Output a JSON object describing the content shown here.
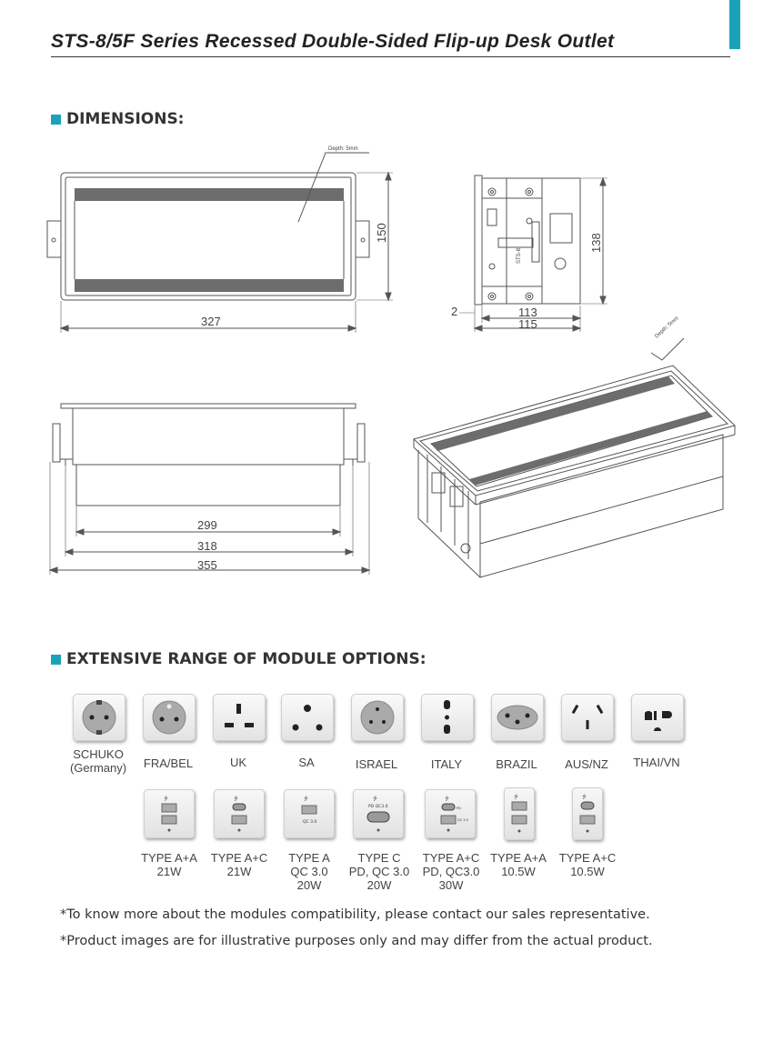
{
  "header": {
    "title": "STS-8/5F Series Recessed Double-Sided Flip-up Desk Outlet",
    "accent_color": "#1aa3b8"
  },
  "dimensions": {
    "heading": "DIMENSIONS:",
    "top_view": {
      "depth_note": "Depth: 5mm",
      "height": "150",
      "width": "327"
    },
    "side_view": {
      "height": "138",
      "offset": "2",
      "inner_width": "113",
      "outer_width": "115",
      "label": "STS-8"
    },
    "front_view": {
      "inner": "299",
      "middle": "318",
      "outer": "355"
    },
    "iso_view": {
      "depth_note": "Depth: 5mm"
    }
  },
  "modules": {
    "heading": "EXTENSIVE RANGE OF MODULE OPTIONS:",
    "sockets": [
      {
        "name": "SCHUKO",
        "sub": "(Germany)",
        "icon": "schuko-socket-icon"
      },
      {
        "name": "FRA/BEL",
        "sub": "",
        "icon": "fra-bel-socket-icon"
      },
      {
        "name": "UK",
        "sub": "",
        "icon": "uk-socket-icon"
      },
      {
        "name": "SA",
        "sub": "",
        "icon": "sa-socket-icon"
      },
      {
        "name": "ISRAEL",
        "sub": "",
        "icon": "israel-socket-icon"
      },
      {
        "name": "ITALY",
        "sub": "",
        "icon": "italy-socket-icon"
      },
      {
        "name": "BRAZIL",
        "sub": "",
        "icon": "brazil-socket-icon"
      },
      {
        "name": "AUS/NZ",
        "sub": "",
        "icon": "aus-nz-socket-icon"
      },
      {
        "name": "THAI/VN",
        "sub": "",
        "icon": "thai-vn-socket-icon"
      }
    ],
    "usb": [
      {
        "line1": "TYPE A+A",
        "line2": "21W",
        "line3": "",
        "icon": "usb-a-a-icon",
        "tag1": "",
        "tag2": ""
      },
      {
        "line1": "TYPE A+C",
        "line2": "21W",
        "line3": "",
        "icon": "usb-a-c-icon",
        "tag1": "",
        "tag2": ""
      },
      {
        "line1": "TYPE A",
        "line2": "QC 3.0",
        "line3": "20W",
        "icon": "usb-a-qc-icon",
        "tag1": "QC 3.0",
        "tag2": ""
      },
      {
        "line1": "TYPE C",
        "line2": "PD, QC 3.0",
        "line3": "20W",
        "icon": "usb-c-pd-icon",
        "tag1": "PD QC3.0",
        "tag2": ""
      },
      {
        "line1": "TYPE A+C",
        "line2": "PD, QC3.0",
        "line3": "30W",
        "icon": "usb-a-c-pd-icon",
        "tag1": "PD",
        "tag2": "QC 3.0"
      },
      {
        "line1": "TYPE A+A",
        "line2": "10.5W",
        "line3": "",
        "icon": "usb-a-a-narrow-icon",
        "tag1": "",
        "tag2": ""
      },
      {
        "line1": "TYPE A+C",
        "line2": "10.5W",
        "line3": "",
        "icon": "usb-a-c-narrow-icon",
        "tag1": "",
        "tag2": ""
      }
    ]
  },
  "notes": {
    "note1": "*To know more about the modules compatibility, please contact our sales representative.",
    "note2": "*Product images are for illustrative purposes only and may differ from the actual product."
  }
}
